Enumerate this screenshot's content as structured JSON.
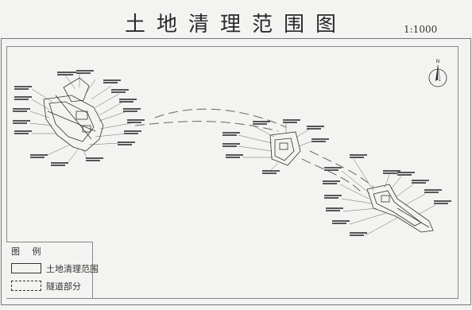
{
  "map": {
    "title": "土地清理范围图",
    "scale": "1:1000",
    "north_arrow_label": "N",
    "legend": {
      "title": "图 例",
      "items": [
        {
          "style": "solid",
          "label": "土地清理范围"
        },
        {
          "style": "dashed",
          "label": "隧道部分"
        }
      ]
    },
    "colors": {
      "background": "#f3f3f1",
      "linework": "#333333",
      "dashed_route": "#666666"
    }
  }
}
